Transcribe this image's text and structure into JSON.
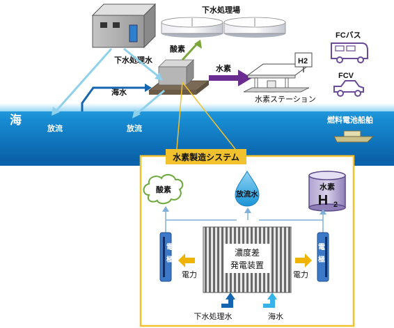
{
  "labels": {
    "sewage_plant": "下水処理場",
    "treated_water": "下水処理水",
    "seawater": "海水",
    "oxygen": "酸素",
    "hydrogen": "水素",
    "h2_sign": "H2",
    "hydrogen_station": "水素ステーション",
    "fc_bus": "FCバス",
    "fcv": "FCV",
    "sea": "海",
    "discharge_1": "放流",
    "discharge_2": "放流",
    "fuel_cell_ship": "燃料電池船舶"
  },
  "system": {
    "title": "水素製造システム",
    "oxygen": "酸素",
    "discharge_water": "放流水",
    "hydrogen_tank_label": "水素",
    "hydrogen_symbol": "H",
    "hydrogen_subscript": "2",
    "electrode_left": "電極",
    "electrode_right": "電極",
    "device_line1": "濃度差",
    "device_line2": "発電装置",
    "power_left": "電力",
    "power_right": "電力",
    "input_treated_water": "下水処理水",
    "input_seawater": "海水"
  },
  "colors": {
    "sea_gradient_top": "#1aa0e0",
    "sea_dark": "#0a6fb5",
    "system_border": "#f2c12e",
    "hydrogen_arrow": "#6a2c91",
    "oxygen_arrow": "#7aa63a",
    "discharge_arrow": "#7fc4e0",
    "intake_arrow": "#1565b0",
    "electrode": "#3b78c8",
    "power_arrow": "#f0b400",
    "vehicle_outline": "#6a4a9a"
  },
  "icons": [
    "building-icon",
    "settling-tank-icon",
    "generator-unit-icon",
    "hydrogen-station-icon",
    "bus-icon",
    "car-icon",
    "ship-icon",
    "cloud-icon",
    "droplet-icon",
    "tank-icon"
  ]
}
